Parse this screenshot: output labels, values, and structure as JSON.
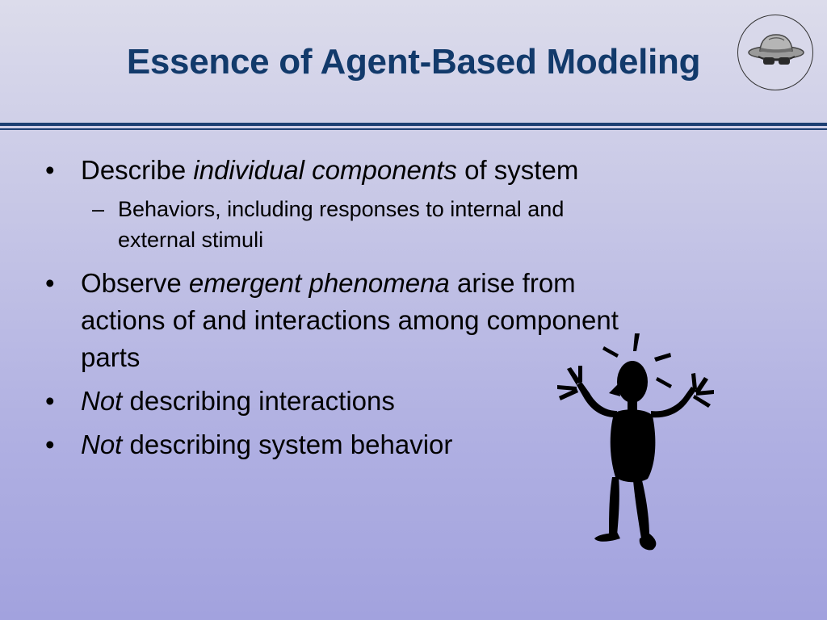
{
  "slide": {
    "title": "Essence of Agent-Based Modeling",
    "bullets": [
      {
        "pre": "Describe ",
        "em": "individual components",
        "post": " of system",
        "sub": {
          "line1": "Behaviors, including responses to internal and",
          "line2": "external stimuli"
        }
      },
      {
        "pre": "Observe ",
        "em": "emergent phenomena",
        "post": " arise from",
        "line2": "actions of and interactions among component",
        "line3": "parts"
      },
      {
        "em": "Not",
        "post": " describing interactions"
      },
      {
        "em": "Not",
        "post": " describing system behavior"
      }
    ]
  },
  "theme": {
    "title_color": "#123a6b",
    "rule_color": "#1c3f73",
    "text_color": "#000000"
  },
  "icons": {
    "logo": "spy-hat-glasses-icon",
    "figure": "confused-person-silhouette-icon"
  }
}
